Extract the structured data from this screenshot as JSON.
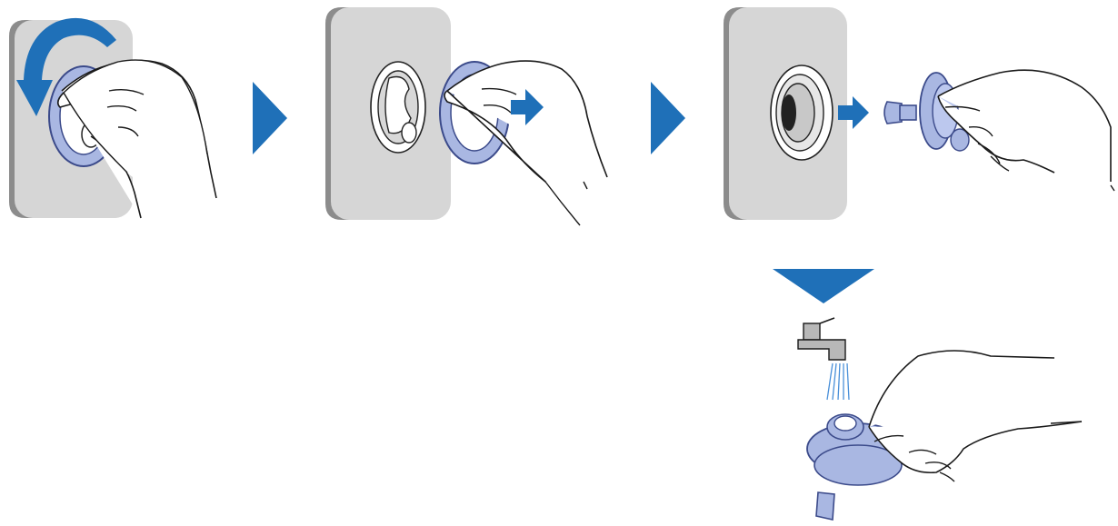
{
  "colors": {
    "accent": "#1f70b8",
    "panel": "#d6d6d6",
    "panel_shadow": "#8c8c8c",
    "part_fill": "#a9b7e2",
    "part_stroke": "#3b4a8a",
    "outline": "#1a1a1a",
    "skin": "#ffffff",
    "faucet": "#b8b8b8",
    "water": "#4a90d9"
  },
  "steps": [
    {
      "id": 1,
      "action": "rotate-counterclockwise",
      "icon": "rotate-arrow-icon"
    },
    {
      "id": 2,
      "action": "pull-off-ring",
      "icon": "right-arrow-icon"
    },
    {
      "id": 3,
      "action": "pull-out-filter-cartridge",
      "icon": "right-arrow-icon"
    },
    {
      "id": 4,
      "action": "rinse-under-tap",
      "icon": "faucet-icon"
    }
  ]
}
